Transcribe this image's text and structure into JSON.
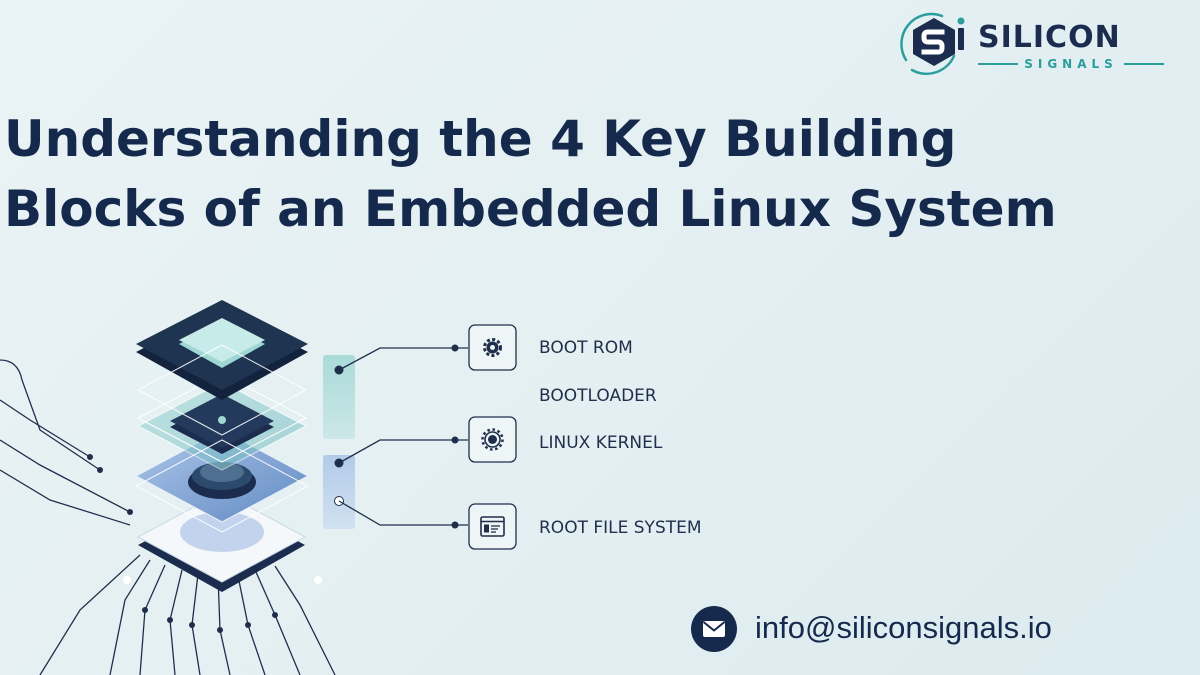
{
  "brand": {
    "name": "SILICON",
    "tagline": "SIGNALS",
    "mark_icon": "silicon-signals-logo-icon",
    "colors": {
      "navy": "#1b2c4e",
      "teal": "#2a9d9c"
    }
  },
  "title": {
    "line1": "Understanding the 4 Key Building",
    "line2": "Blocks of an Embedded Linux System"
  },
  "blocks": [
    {
      "label": "BOOT ROM",
      "icon": "gear-icon"
    },
    {
      "label": "BOOTLOADER",
      "icon": ""
    },
    {
      "label": "LINUX KERNEL",
      "icon": "sun-gear-icon"
    },
    {
      "label": "ROOT FILE SYSTEM",
      "icon": "window-file-icon"
    }
  ],
  "contact": {
    "email": "info@siliconsignals.io",
    "icon": "mail-icon"
  }
}
